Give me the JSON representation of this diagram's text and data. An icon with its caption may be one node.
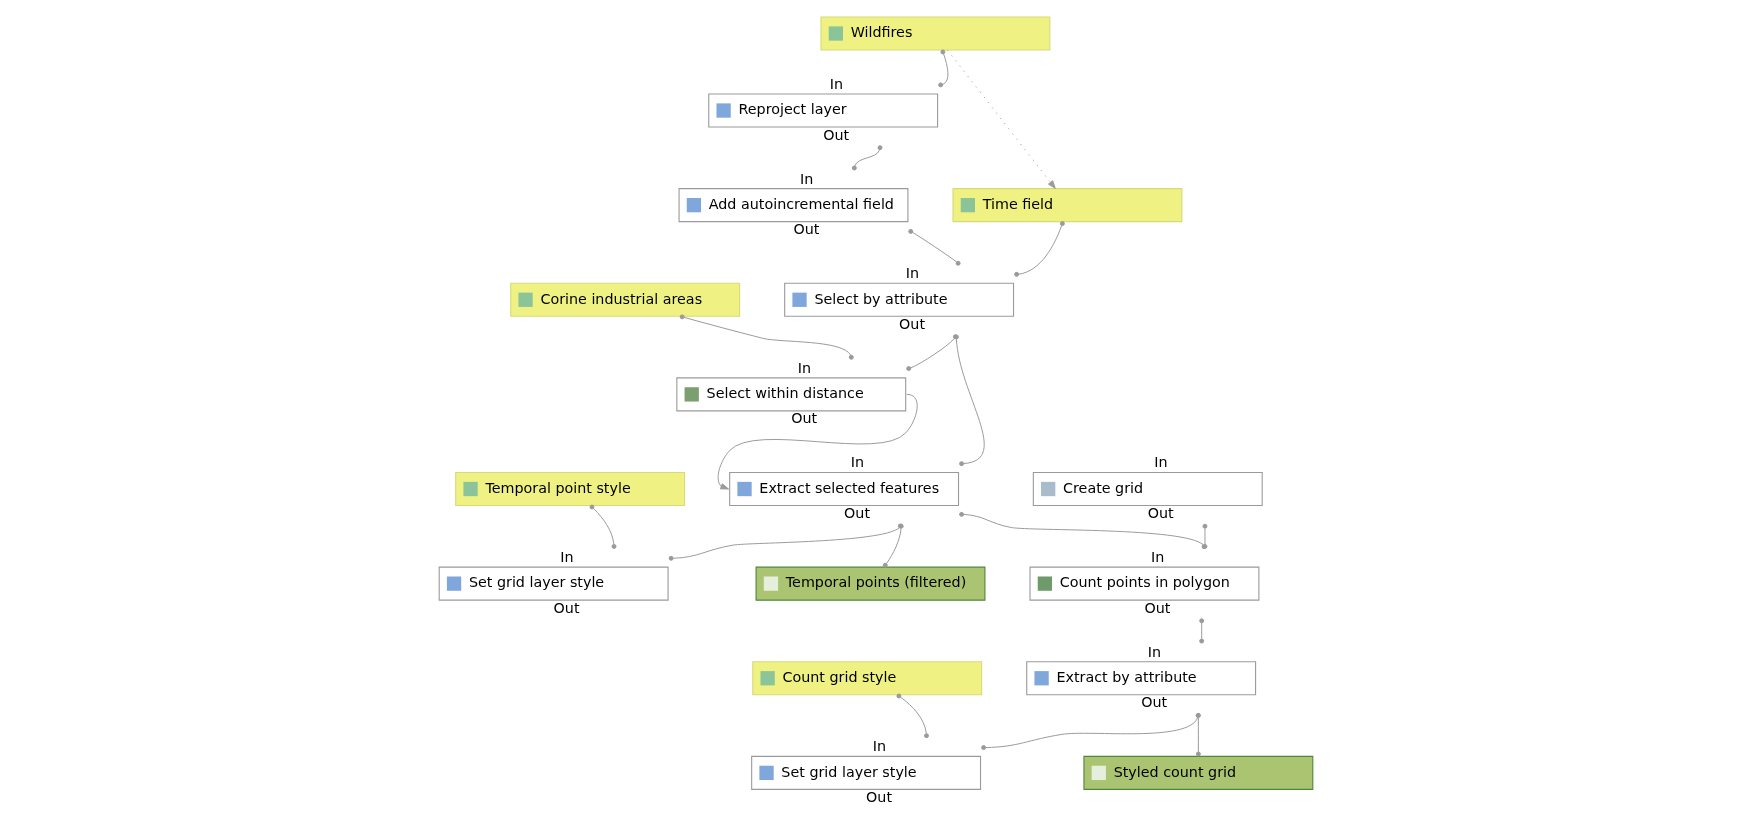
{
  "diagram": {
    "nodes": [
      {
        "text": [
          "Reproject layer"
        ],
        "beside": [
          "In",
          "Out"
        ]
      },
      {
        "text": [
          "Wildfires"
        ]
      },
      {
        "text": [
          "Add autoincremental field"
        ],
        "beside": [
          "In",
          "Out"
        ]
      },
      {
        "text": [
          "Time field"
        ]
      },
      {
        "text": [
          "Select by attribute"
        ],
        "beside": [
          "In",
          "Out"
        ]
      },
      {
        "text": [
          "Set grid layer style"
        ],
        "beside": [
          "In",
          "Out"
        ]
      },
      {
        "text": [
          "Corine industrial areas"
        ]
      },
      {
        "text": [
          "Select within distance"
        ],
        "beside": [
          "In",
          "Out"
        ]
      },
      {
        "text": [
          "Temporal point style"
        ]
      },
      {
        "text": [
          "Extract selected features"
        ],
        "beside": [
          "In",
          "Out"
        ]
      },
      {
        "text": [
          "Temporal points (filtered)"
        ]
      },
      {
        "text": [
          "Count points in polygon"
        ],
        "beside": [
          "In",
          "Out"
        ]
      },
      {
        "text": [
          "Create grid"
        ],
        "beside": [
          "In",
          "Out"
        ]
      },
      {
        "text": [
          "Extract by attribute"
        ],
        "beside": [
          "In",
          "Out"
        ]
      },
      {
        "text": [
          "Styled count grid"
        ]
      },
      {
        "text": [
          "Set grid layer style"
        ],
        "beside": [
          "In",
          "Out"
        ]
      },
      {
        "text": [
          "Count grid style"
        ]
      }
    ],
    "edges": [
      {
        "from": 1,
        "to": 0,
        "arrow": "other"
      },
      {
        "from": 0,
        "to": 2,
        "arrow": "other"
      },
      {
        "from": 1,
        "to": 3,
        "arrow": "to",
        "style": "dashed"
      },
      {
        "from": 2,
        "to": 4,
        "arrow": "other"
      },
      {
        "from": 3,
        "to": 4,
        "arrow": "other"
      },
      {
        "from": 4,
        "to": 7,
        "arrow": "other"
      },
      {
        "from": 6,
        "to": 7,
        "arrow": "other"
      },
      {
        "from": 4,
        "to": 9,
        "arrow": "other"
      },
      {
        "from": 7,
        "to": 9,
        "arrow": "to"
      },
      {
        "from": 9,
        "to": 5,
        "arrow": "other"
      },
      {
        "from": 8,
        "to": 5,
        "arrow": "other"
      },
      {
        "from": 9,
        "to": 10,
        "arrow": "other"
      },
      {
        "from": 9,
        "to": 11,
        "arrow": "other"
      },
      {
        "from": 12,
        "to": 11,
        "arrow": "other"
      },
      {
        "from": 11,
        "to": 13,
        "arrow": "other"
      },
      {
        "from": 13,
        "to": 14,
        "arrow": "other"
      },
      {
        "from": 13,
        "to": 15,
        "arrow": "other"
      },
      {
        "from": 16,
        "to": 15,
        "arrow": "other"
      }
    ]
  }
}
